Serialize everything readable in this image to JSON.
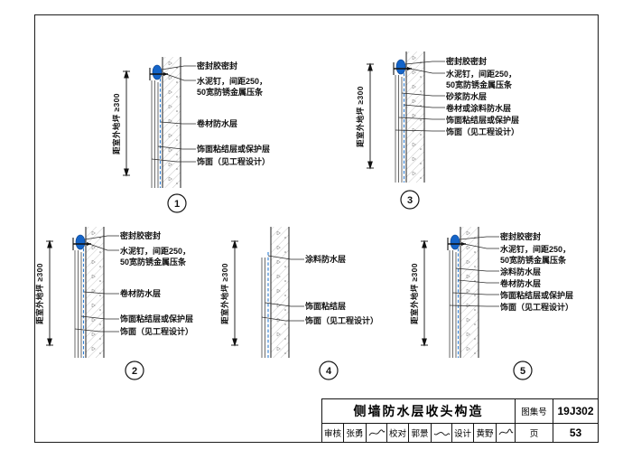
{
  "dimension_label": "距室外地坪 ≥300",
  "details": [
    {
      "number": "1",
      "labels": [
        "密封胶密封",
        "水泥钉，间距250，",
        "50宽防锈金属压条",
        "卷材防水层",
        "饰面粘结层或保护层",
        "饰面（见工程设计）"
      ]
    },
    {
      "number": "2",
      "labels": [
        "密封胶密封",
        "水泥钉，间距250，",
        "50宽防锈金属压条",
        "卷材防水层",
        "饰面粘结层或保护层",
        "饰面（见工程设计）"
      ]
    },
    {
      "number": "3",
      "labels": [
        "密封胶密封",
        "水泥钉，间距250，",
        "50宽防锈金属压条",
        "砂浆防水层",
        "卷材或涂料防水层",
        "饰面粘结层或保护层",
        "饰面（见工程设计）"
      ]
    },
    {
      "number": "4",
      "labels": [
        "涂料防水层",
        "饰面粘结层",
        "饰面（见工程设计）"
      ]
    },
    {
      "number": "5",
      "labels": [
        "密封胶密封",
        "水泥钉，间距250，",
        "50宽防锈金属压条",
        "涂料防水层",
        "卷材防水层",
        "饰面粘结层或保护层",
        "饰面（见工程设计）"
      ]
    }
  ],
  "title_block": {
    "title": "侧墙防水层收头构造",
    "atlas_label": "图集号",
    "atlas_number": "19J302",
    "page_label": "页",
    "page_number": "53",
    "staff": [
      {
        "role": "审核",
        "name": "张勇"
      },
      {
        "role": "校对",
        "name": "郭景"
      },
      {
        "role": "设计",
        "name": "黄野"
      }
    ]
  },
  "colors": {
    "sealant_blue": "#1464c8",
    "waterproof_blue": "#2d7dd2",
    "line_black": "#1c1c1c"
  }
}
